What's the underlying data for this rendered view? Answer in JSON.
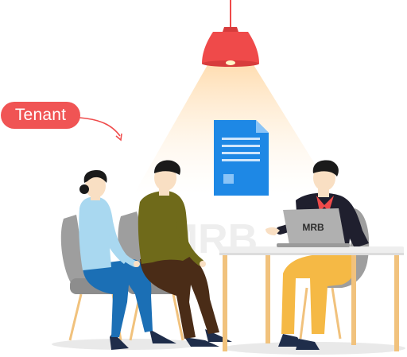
{
  "badge": {
    "label": "Tenant"
  },
  "laptop": {
    "logo_text": "MRB"
  },
  "watermark": {
    "text": "MRB"
  },
  "colors": {
    "accent": "#f05454",
    "lamp": "#ef4a4a",
    "document": "#1e88e5",
    "table": "#eeeeee",
    "table_legs": "#f1c27d",
    "chair": "#9e9e9e"
  },
  "icons": [
    "ceiling-lamp-icon",
    "document-icon",
    "laptop-icon",
    "arrow-icon"
  ]
}
